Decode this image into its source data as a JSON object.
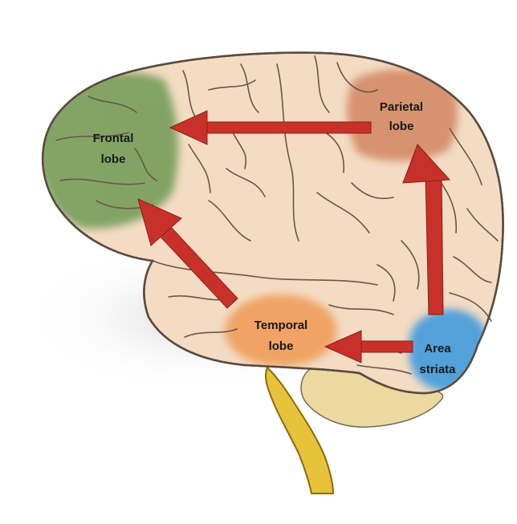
{
  "regions": {
    "frontal": {
      "line1": "Frontal",
      "line2": "lobe",
      "color": "#6f9a55"
    },
    "parietal": {
      "line1": "Parietal",
      "line2": "lobe",
      "color": "#d48a67"
    },
    "temporal": {
      "line1": "Temporal",
      "line2": "lobe",
      "color": "#f0a060"
    },
    "striata": {
      "line1": "Area",
      "line2": "striata",
      "color": "#4a9edb"
    }
  },
  "colors": {
    "brain": "#f3dcc3",
    "outline": "#5a4a3f",
    "arrow": "#c8312a",
    "brainstem": "#e8c23a",
    "cerebellum": "#ecd9a0"
  }
}
